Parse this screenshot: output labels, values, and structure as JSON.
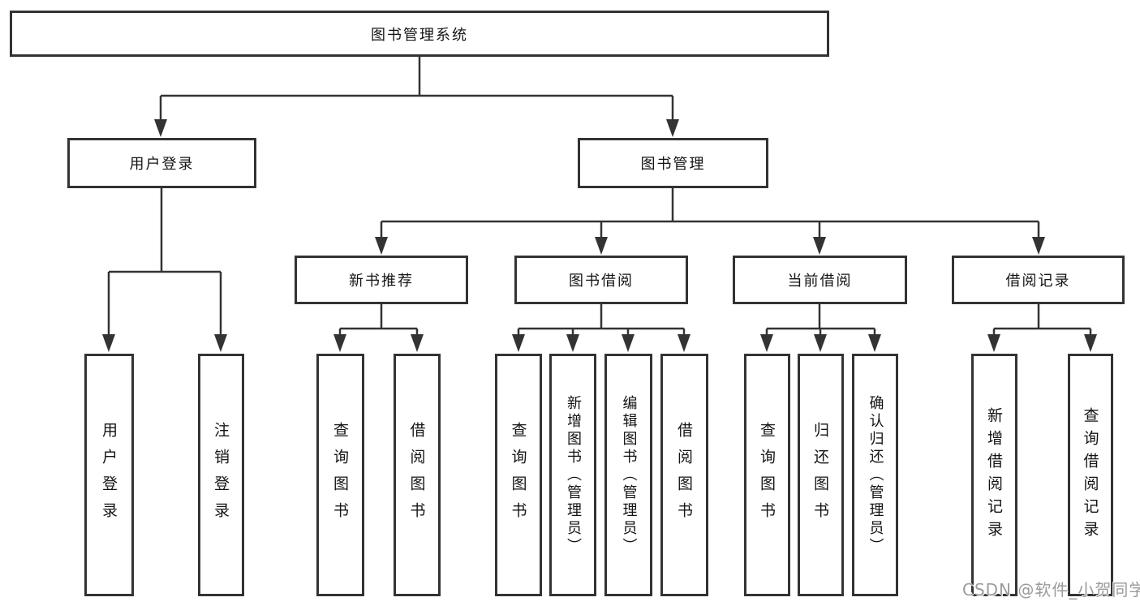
{
  "tree": {
    "label": "图书管理系统",
    "children": [
      {
        "label": "用户登录",
        "children": [
          {
            "label": "用户登录"
          },
          {
            "label": "注销登录"
          }
        ]
      },
      {
        "label": "图书管理",
        "children": [
          {
            "label": "新书推荐",
            "children": [
              {
                "label": "查询图书"
              },
              {
                "label": "借阅图书"
              }
            ]
          },
          {
            "label": "图书借阅",
            "children": [
              {
                "label": "查询图书"
              },
              {
                "label": "新增图书（管理员）"
              },
              {
                "label": "编辑图书（管理员）"
              },
              {
                "label": "借阅图书"
              }
            ]
          },
          {
            "label": "当前借阅",
            "children": [
              {
                "label": "查询图书"
              },
              {
                "label": "归还图书"
              },
              {
                "label": "确认归还（管理员）"
              }
            ]
          },
          {
            "label": "借阅记录",
            "children": [
              {
                "label": "新增借阅记录"
              },
              {
                "label": "查询借阅记录"
              }
            ]
          }
        ]
      }
    ]
  },
  "watermark": {
    "text": "CSDN @软件_小贺同学"
  },
  "colors": {
    "line": "#333333",
    "box_border": "#333333",
    "box_fill": "#ffffff",
    "text": "#141414",
    "watermark": "#9b9b9b"
  }
}
